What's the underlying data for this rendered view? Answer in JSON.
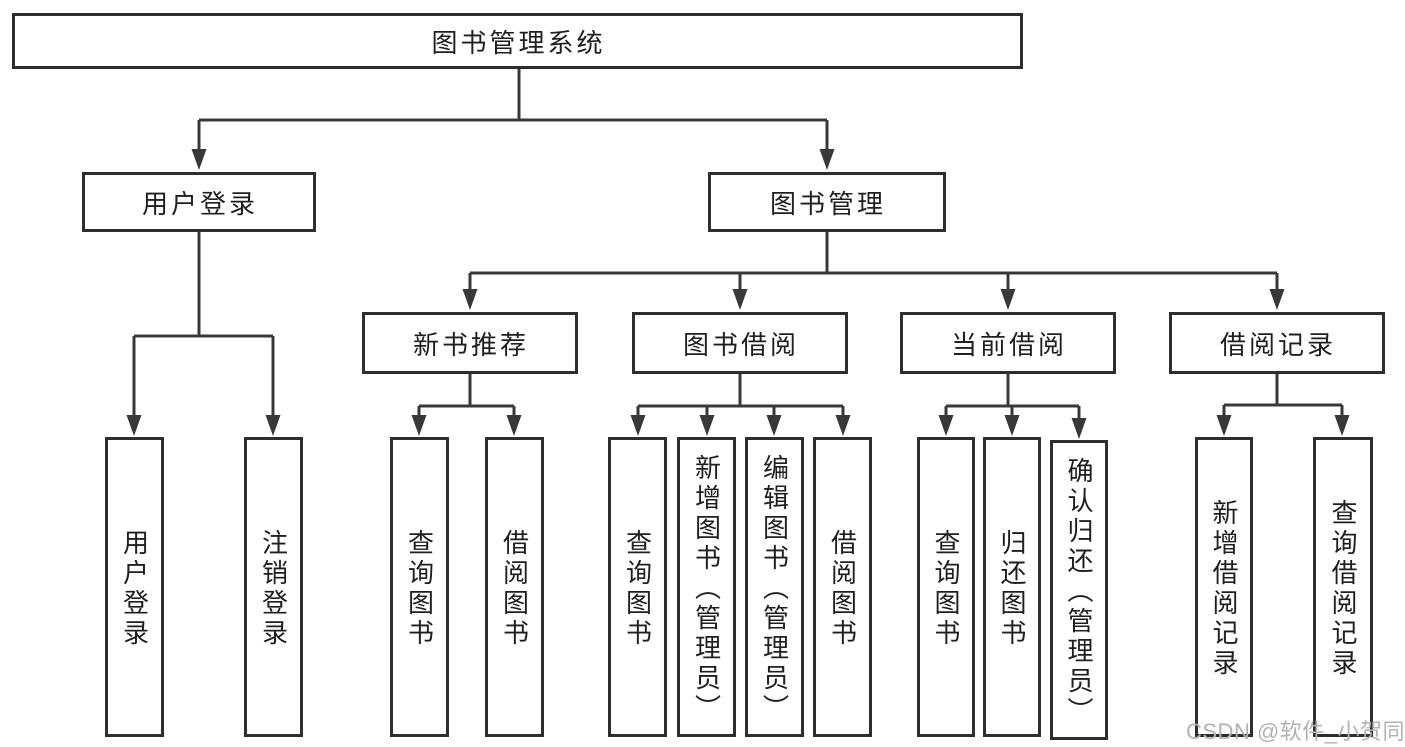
{
  "diagram": {
    "type": "hierarchy-tree",
    "root": "图书管理系统",
    "branches": [
      {
        "label": "用户登录",
        "children": [
          "用户登录",
          "注销登录"
        ]
      },
      {
        "label": "图书管理",
        "groups": [
          {
            "label": "新书推荐",
            "children": [
              "查询图书",
              "借阅图书"
            ]
          },
          {
            "label": "图书借阅",
            "children": [
              "查询图书",
              "新增图书（管理员）",
              "编辑图书（管理员）",
              "借阅图书"
            ]
          },
          {
            "label": "当前借阅",
            "children": [
              "查询图书",
              "归还图书",
              "确认归还（管理员）"
            ]
          },
          {
            "label": "借阅记录",
            "children": [
              "新增借阅记录",
              "查询借阅记录"
            ]
          }
        ]
      }
    ]
  },
  "watermark": "CSDN @软件_小贺同学",
  "colors": {
    "line": "#383838",
    "box_border": "#2e2e2e",
    "text": "#1f1f1f",
    "watermark": "#b2b2b2",
    "background": "#ffffff"
  }
}
